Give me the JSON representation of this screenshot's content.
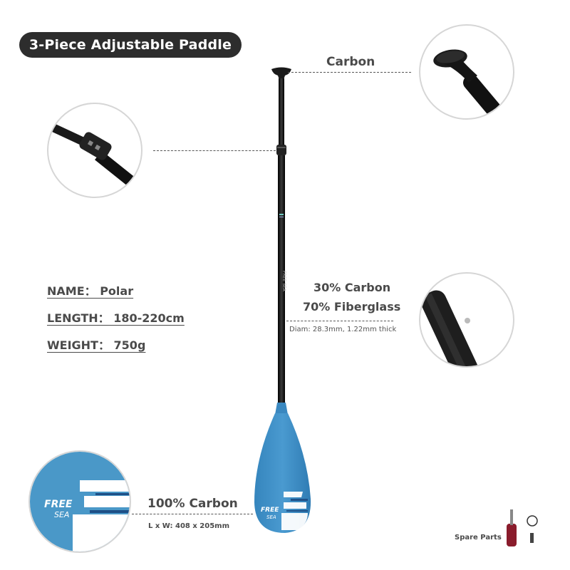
{
  "title": "3-Piece Adjustable Paddle",
  "callouts": {
    "handle": "Carbon",
    "shaft_line1": "30% Carbon",
    "shaft_line2": "70% Fiberglass",
    "shaft_diam": "Diam: 28.3mm, 1.22mm thick",
    "blade": "100% Carbon",
    "blade_size": "L x W: 408 x 205mm"
  },
  "specs": {
    "name": "NAME： Polar",
    "length": "LENGTH： 180-220cm",
    "weight": "WEIGHT： 750g"
  },
  "spare_parts": "Spare Parts",
  "brand_logo": "FREE SEA",
  "colors": {
    "blade_blue": "#3f8fc4",
    "shaft_black": "#1c1c1c",
    "pill_bg": "#2d2d2d"
  }
}
